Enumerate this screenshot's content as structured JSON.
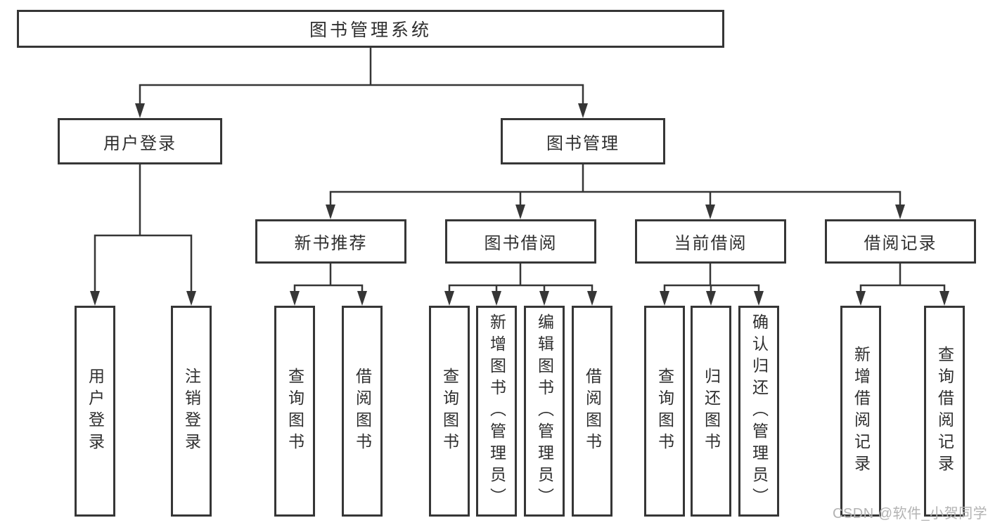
{
  "diagram": {
    "type": "tree",
    "direction": "top-down",
    "colors": {
      "background": "#ffffff",
      "line": "#363636",
      "box_border": "#363636",
      "box_fill": "#ffffff",
      "text": "#2f2f2f",
      "watermark": "#b3b3b3"
    }
  },
  "nodes": {
    "root": "图书管理系统",
    "user_login": "用户登录",
    "book_mgmt": "图书管理",
    "new_book_rec": "新书推荐",
    "book_borrow": "图书借阅",
    "current_borrow": "当前借阅",
    "borrow_records": "借阅记录",
    "leaf_user_login": "用户登录",
    "leaf_logout": "注销登录",
    "leaf_query_book_1": "查询图书",
    "leaf_borrow_book_1": "借阅图书",
    "leaf_query_book_2": "查询图书",
    "leaf_add_book_admin": "新增图书（管理员）",
    "leaf_edit_book_admin": "编辑图书（管理员）",
    "leaf_borrow_book_2": "借阅图书",
    "leaf_query_book_3": "查询图书",
    "leaf_return_book": "归还图书",
    "leaf_confirm_return_admin": "确认归还（管理员）",
    "leaf_add_borrow_record": "新增借阅记录",
    "leaf_query_borrow_record": "查询借阅记录"
  },
  "hierarchy": {
    "图书管理系统": {
      "用户登录": [
        "用户登录",
        "注销登录"
      ],
      "图书管理": {
        "新书推荐": [
          "查询图书",
          "借阅图书"
        ],
        "图书借阅": [
          "查询图书",
          "新增图书（管理员）",
          "编辑图书（管理员）",
          "借阅图书"
        ],
        "当前借阅": [
          "查询图书",
          "归还图书",
          "确认归还（管理员）"
        ],
        "借阅记录": [
          "新增借阅记录",
          "查询借阅记录"
        ]
      }
    }
  },
  "watermark": {
    "text": "CSDN @软件_小贺同学"
  }
}
